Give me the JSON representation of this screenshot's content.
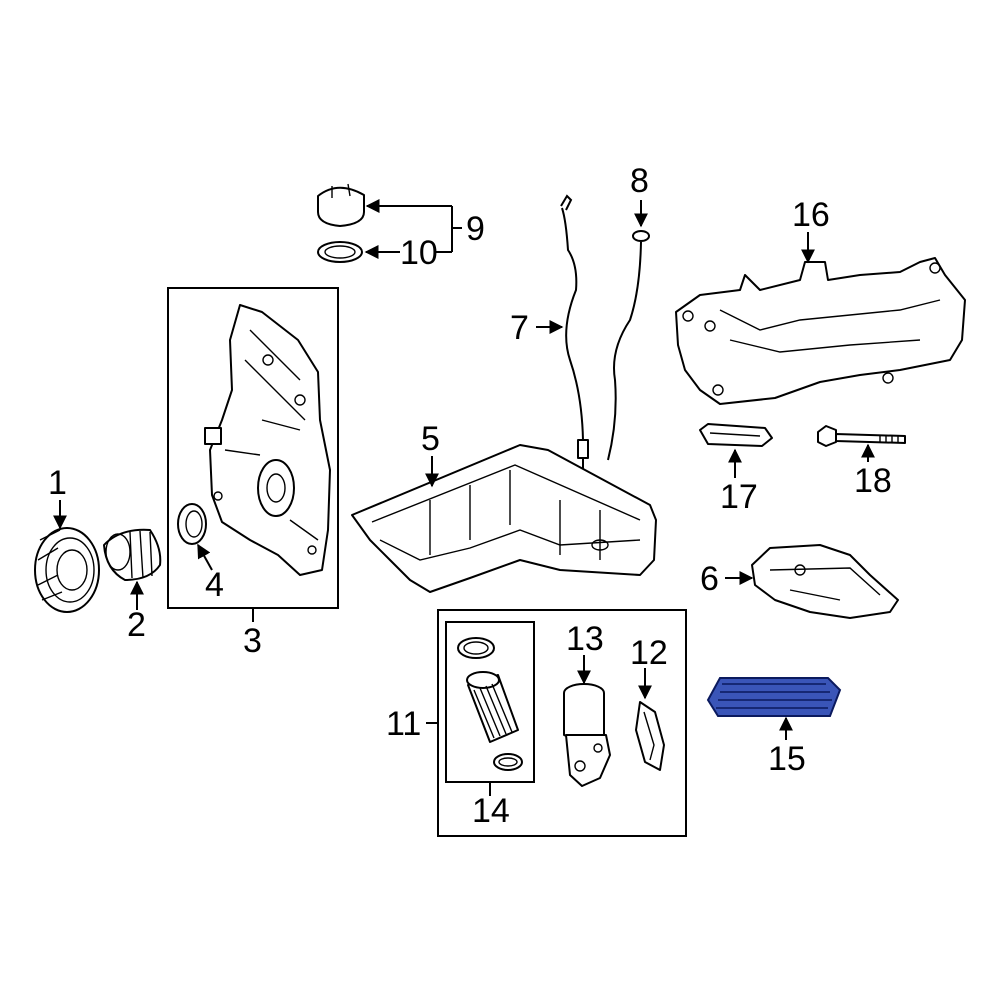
{
  "callouts": {
    "c1": "1",
    "c2": "2",
    "c3": "3",
    "c4": "4",
    "c5": "5",
    "c6": "6",
    "c7": "7",
    "c8": "8",
    "c9": "9",
    "c10": "10",
    "c11": "11",
    "c12": "12",
    "c13": "13",
    "c14": "14",
    "c15": "15",
    "c16": "16",
    "c17": "17",
    "c18": "18"
  },
  "colors": {
    "line": "#000000",
    "highlight_fill": "#3a55b8",
    "highlight_stroke": "#0b1a5e",
    "background": "#ffffff"
  },
  "highlighted_part": "15"
}
